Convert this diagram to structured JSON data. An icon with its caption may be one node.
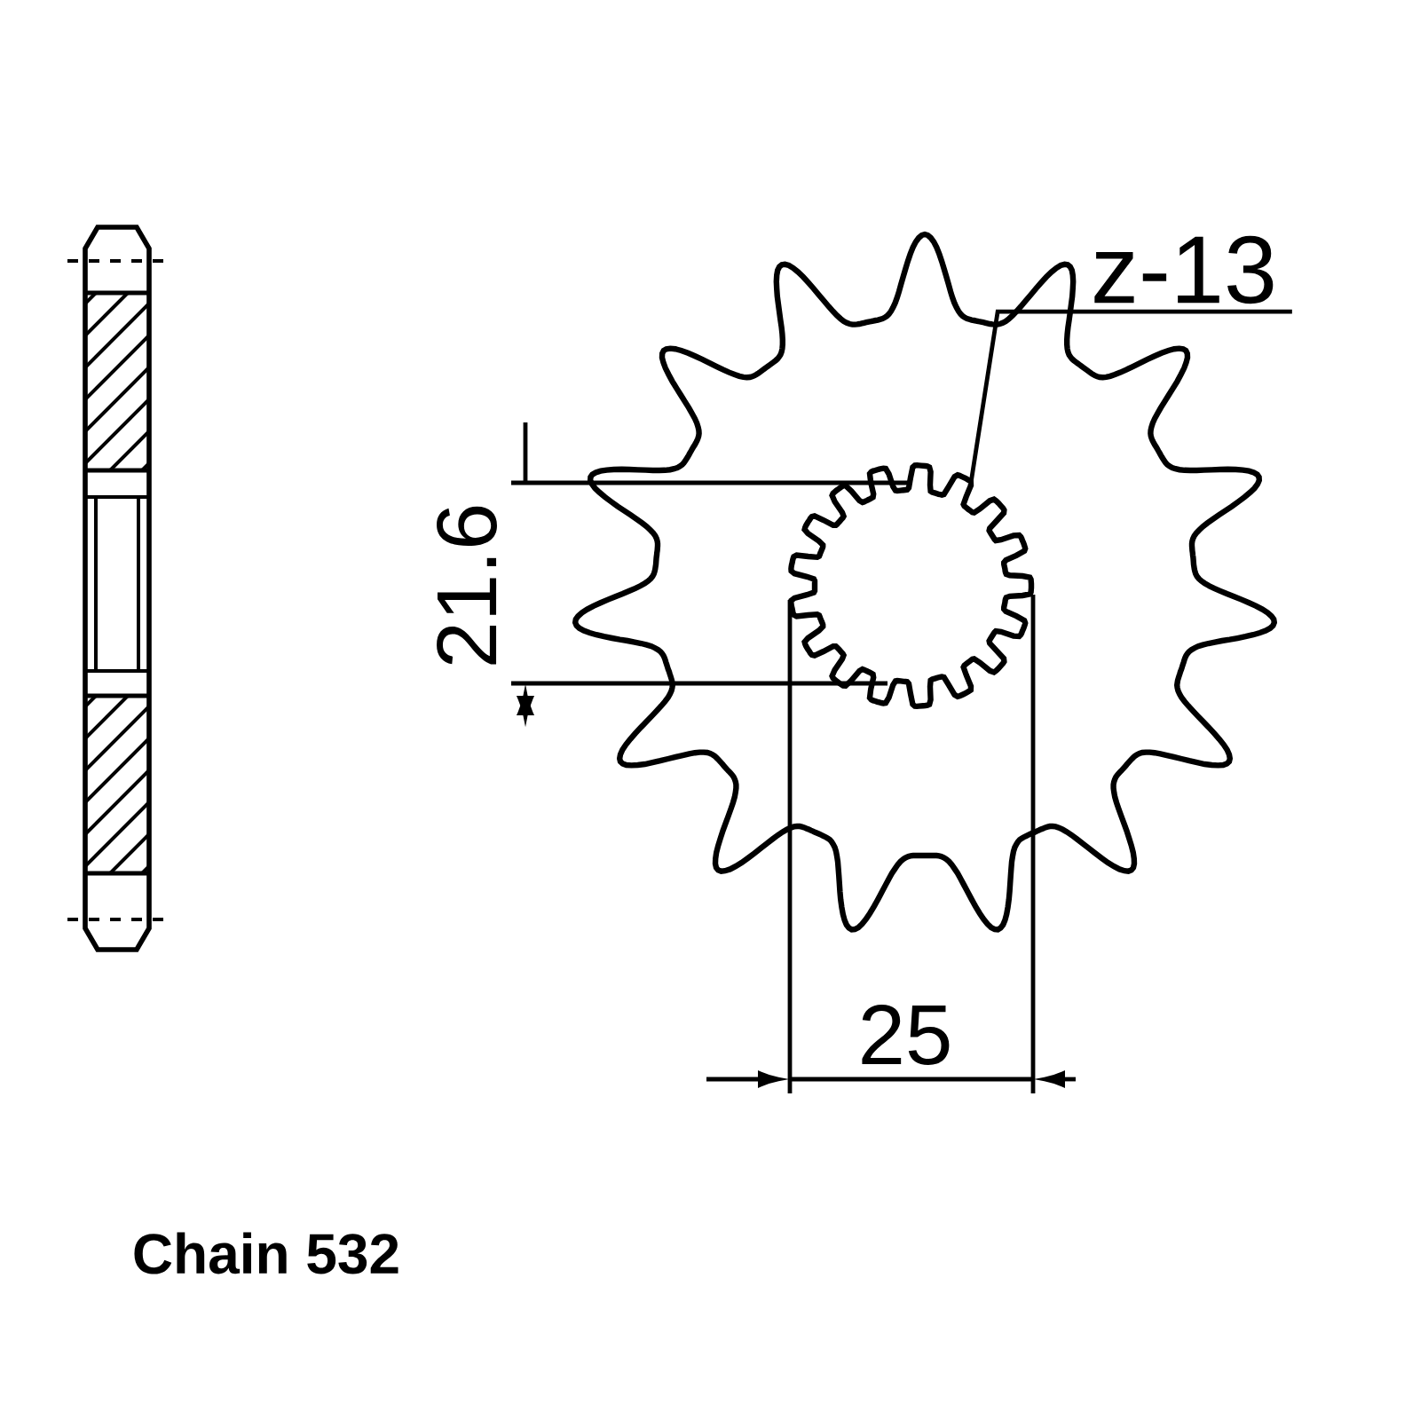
{
  "diagram": {
    "nodes": [
      {
        "text": [
          "z-13"
        ]
      },
      {
        "text": [],
        "shape": "gear"
      }
    ],
    "edges": [
      {
        "from": 0,
        "to": 1,
        "arrow": "none"
      }
    ],
    "labels": [
      "21.6",
      "25",
      "Chain 532"
    ]
  }
}
